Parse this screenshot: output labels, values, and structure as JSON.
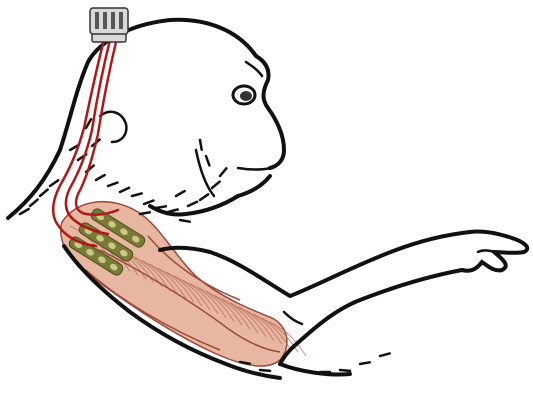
{
  "figure": {
    "subject": "monkey-with-implanted-arm-electrodes",
    "colors": {
      "outline": "#111111",
      "muscle_fill": "#e7b7a2",
      "muscle_stroke": "#9a4b3a",
      "muscle_fiber": "#b86a57",
      "electrode_array": "#7a7a35",
      "electrode_contact": "#c9c98a",
      "lead_wire": "#b01818",
      "connector_body": "#d8d8d8",
      "connector_pins": "#555555"
    },
    "components": [
      "head-connector",
      "lead-wires",
      "electrode-arrays",
      "upper-arm-muscle",
      "monkey-outline"
    ],
    "electrode_arrays": [
      {
        "name": "electrode-array-upper",
        "contacts": 4
      },
      {
        "name": "electrode-array-middle",
        "contacts": 4
      },
      {
        "name": "electrode-array-lower",
        "contacts": 4
      }
    ],
    "lead_wire_count": 3
  }
}
